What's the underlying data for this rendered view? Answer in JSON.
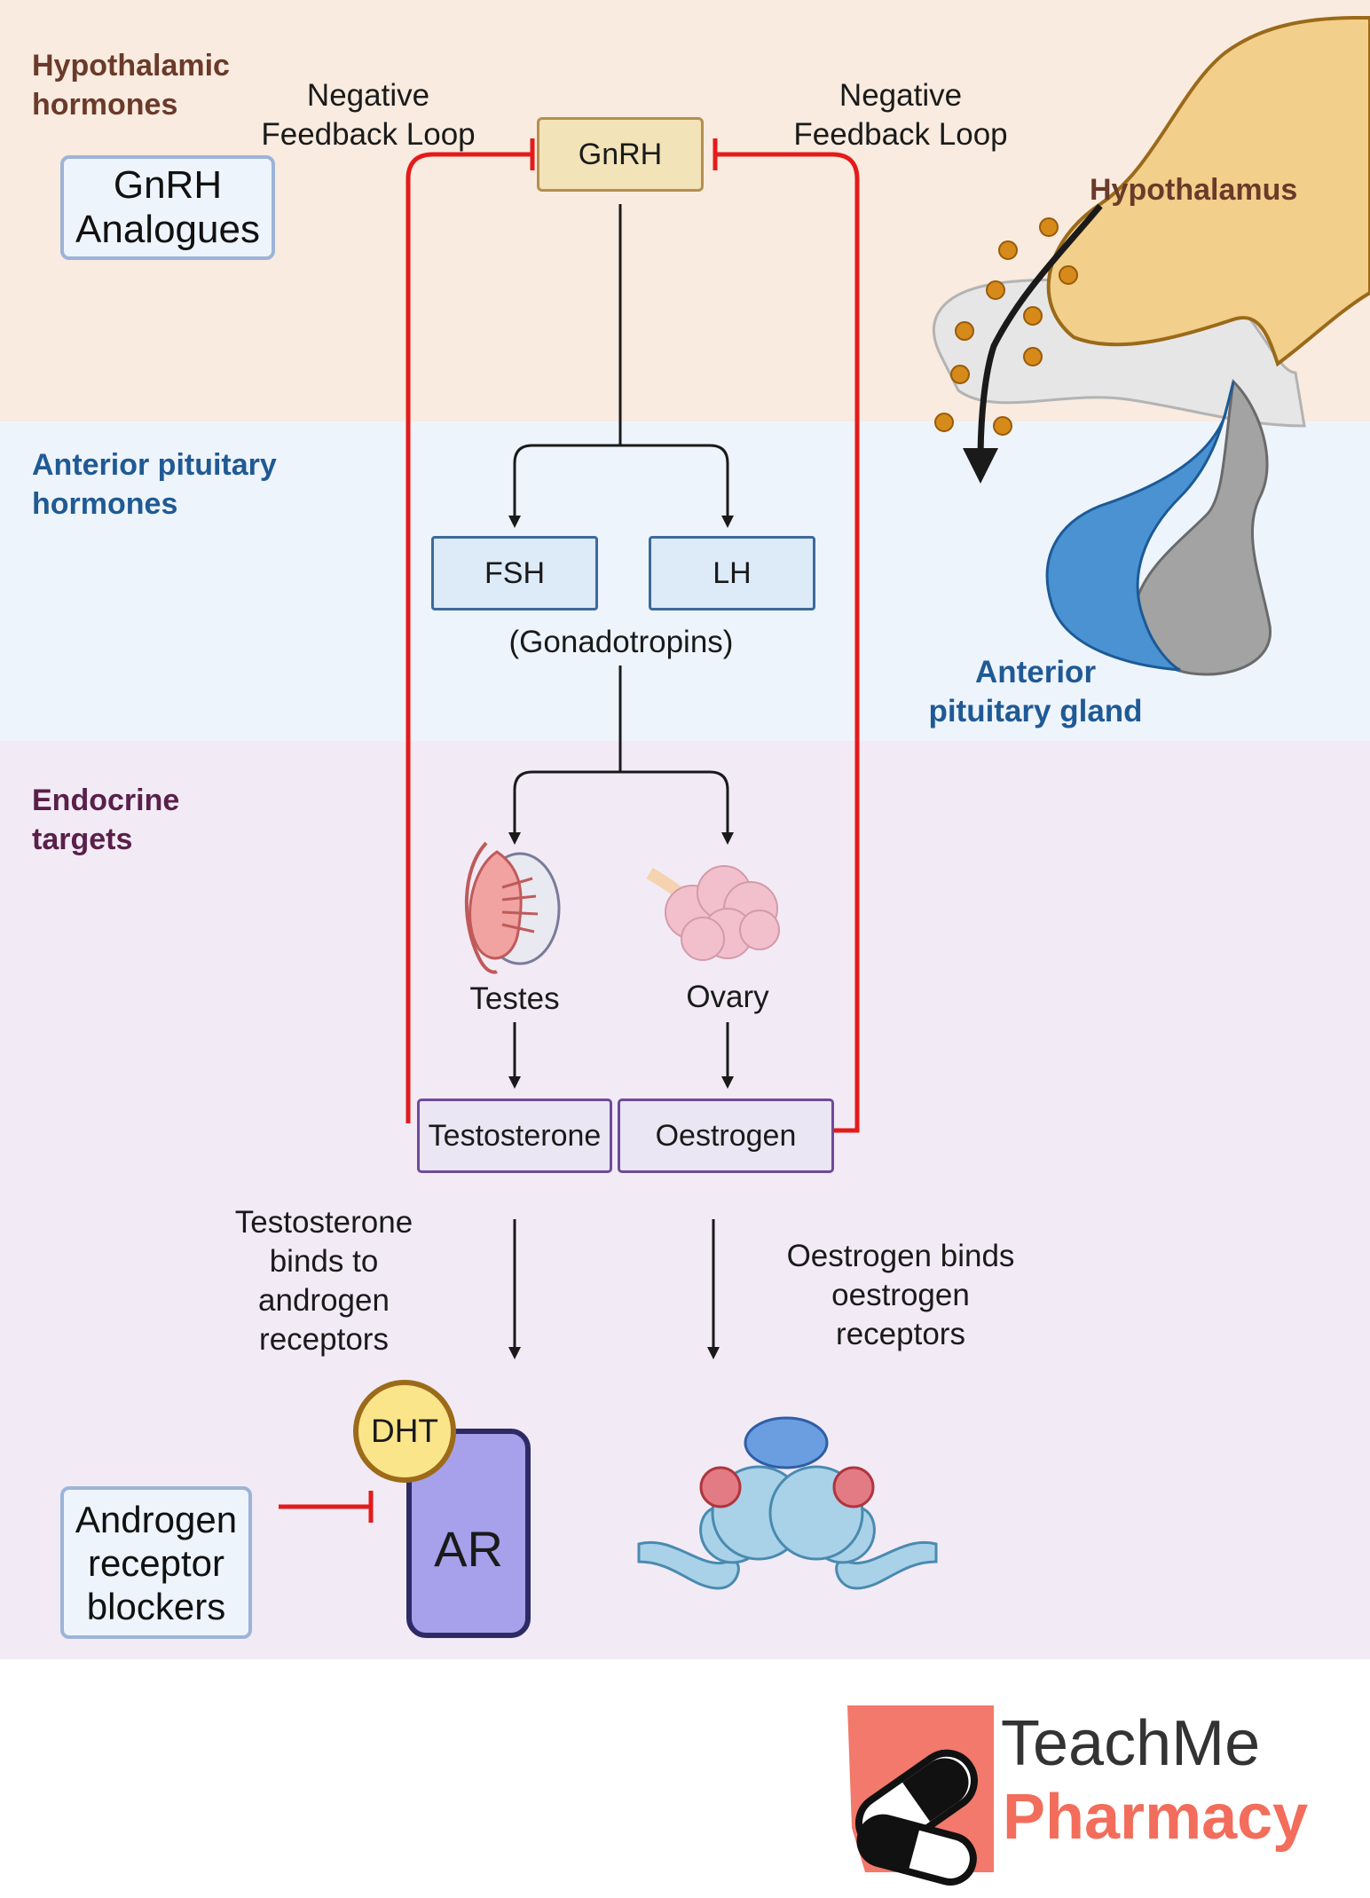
{
  "sections": {
    "hypothalamic": "Hypothalamic\nhormones",
    "pituitary": "Anterior pituitary\nhormones",
    "endocrine": "Endocrine\ntargets"
  },
  "drugs": {
    "gnrh_analogues": "GnRH\nAnalogues",
    "ar_blockers": "Androgen\nreceptor\nblockers"
  },
  "feedback": {
    "left": "Negative\nFeedback Loop",
    "right": "Negative\nFeedback Loop"
  },
  "hormones": {
    "gnrh": "GnRH",
    "fsh": "FSH",
    "lh": "LH",
    "gonadotropins": "(Gonadotropins)",
    "testosterone": "Testosterone",
    "oestrogen": "Oestrogen"
  },
  "organs": {
    "testes": "Testes",
    "ovary": "Ovary",
    "hypothalamus": "Hypothalamus",
    "pituitary": "Anterior\npituitary gland"
  },
  "binding": {
    "testosterone": "Testosterone\nbinds to\nandrogen\nreceptors",
    "oestrogen": "Oestrogen binds\noestrogen\nreceptors"
  },
  "receptor": {
    "dht": "DHT",
    "ar": "AR"
  },
  "brand": {
    "name": "TeachMe",
    "sub": "Pharmacy"
  },
  "colors": {
    "feedback_line": "#e41b1b",
    "hypothalamus_band": "#f9ebdf",
    "pituitary_band": "#eef4fb",
    "endocrine_band": "#f2ebf6",
    "brand_accent": "#f26d5b"
  }
}
